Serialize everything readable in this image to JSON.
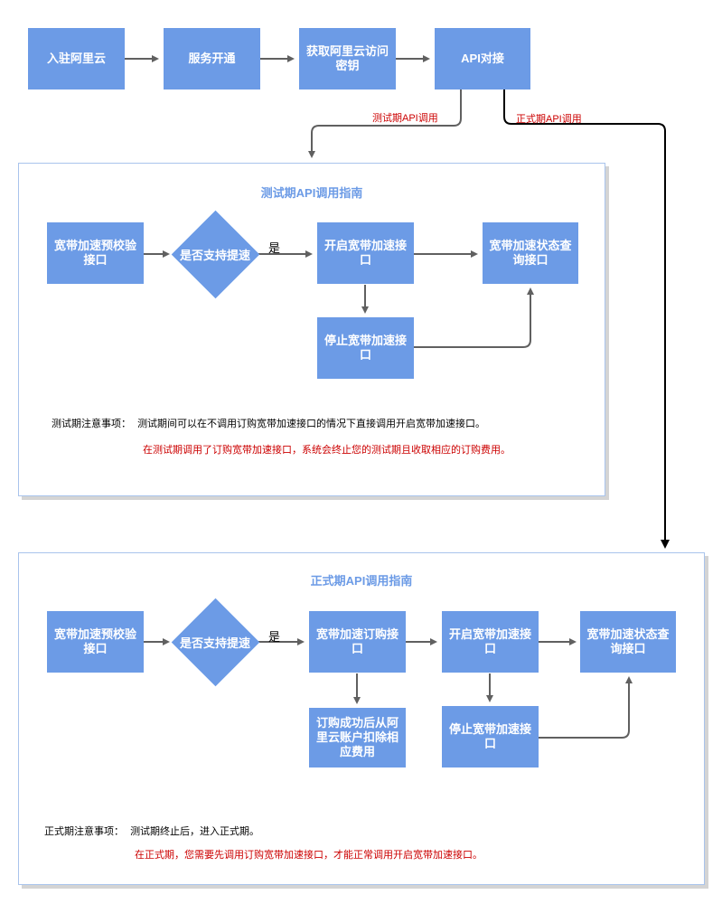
{
  "flow": {
    "step1": "入驻阿里云",
    "step2": "服务开通",
    "step3": "获取阿里云访问密钥",
    "step4": "API对接",
    "label_trial": "测试期API调用",
    "label_formal": "正式期API调用"
  },
  "trial": {
    "title": "测试期API调用指南",
    "precheck": "宽带加速预校验接口",
    "decision": "是否支持提速",
    "yes": "是",
    "open": "开启宽带加速接口",
    "query": "宽带加速状态查询接口",
    "stop": "停止宽带加速接口",
    "note_label": "测试期注意事项：",
    "note_text": "测试期间可以在不调用订购宽带加速接口的情况下直接调用开启宽带加速接口。",
    "warning": "在测试期调用了订购宽带加速接口，系统会终止您的测试期且收取相应的订购费用。"
  },
  "formal": {
    "title": "正式期API调用指南",
    "precheck": "宽带加速预校验接口",
    "decision": "是否支持提速",
    "yes": "是",
    "order": "宽带加速订购接口",
    "open": "开启宽带加速接口",
    "query": "宽带加速状态查询接口",
    "deduct": "订购成功后从阿里云账户扣除相应费用",
    "stop": "停止宽带加速接口",
    "note_label": "正式期注意事项：",
    "note_text": "测试期终止后，进入正式期。",
    "warning": "在正式期，您需要先调用订购宽带加速接口，才能正常调用开启宽带加速接口。"
  }
}
